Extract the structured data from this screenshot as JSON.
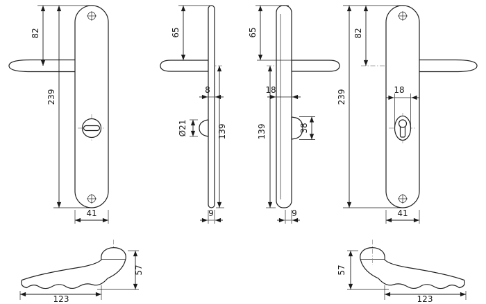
{
  "page": {
    "background": "#ffffff",
    "line_color": "#1a1a1a",
    "drawing_type": "door-handle-set-dimension-drawing"
  },
  "views": {
    "front_left": {
      "dim_top_to_handle": "82",
      "dim_total_height": "239",
      "dim_plate_width": "41"
    },
    "profile_inner_left": {
      "dim_top_to_handle": "65",
      "dim_plate_depth": "8",
      "dim_handle_to_bottom": "139",
      "dim_knob_diameter": "Ø21",
      "dim_bottom_depth": "9"
    },
    "profile_inner_right": {
      "dim_top_to_handle": "65",
      "dim_plate_depth": "18",
      "dim_handle_to_bottom": "139",
      "dim_turn_height": "38",
      "dim_bottom_depth": "9"
    },
    "front_right": {
      "dim_top_to_handle": "82",
      "dim_total_height": "239",
      "dim_cylinder_width": "18",
      "dim_plate_width": "41"
    },
    "handle_bottom_left": {
      "dim_height": "57",
      "dim_length": "123"
    },
    "handle_bottom_right": {
      "dim_height": "57",
      "dim_length": "123"
    }
  }
}
